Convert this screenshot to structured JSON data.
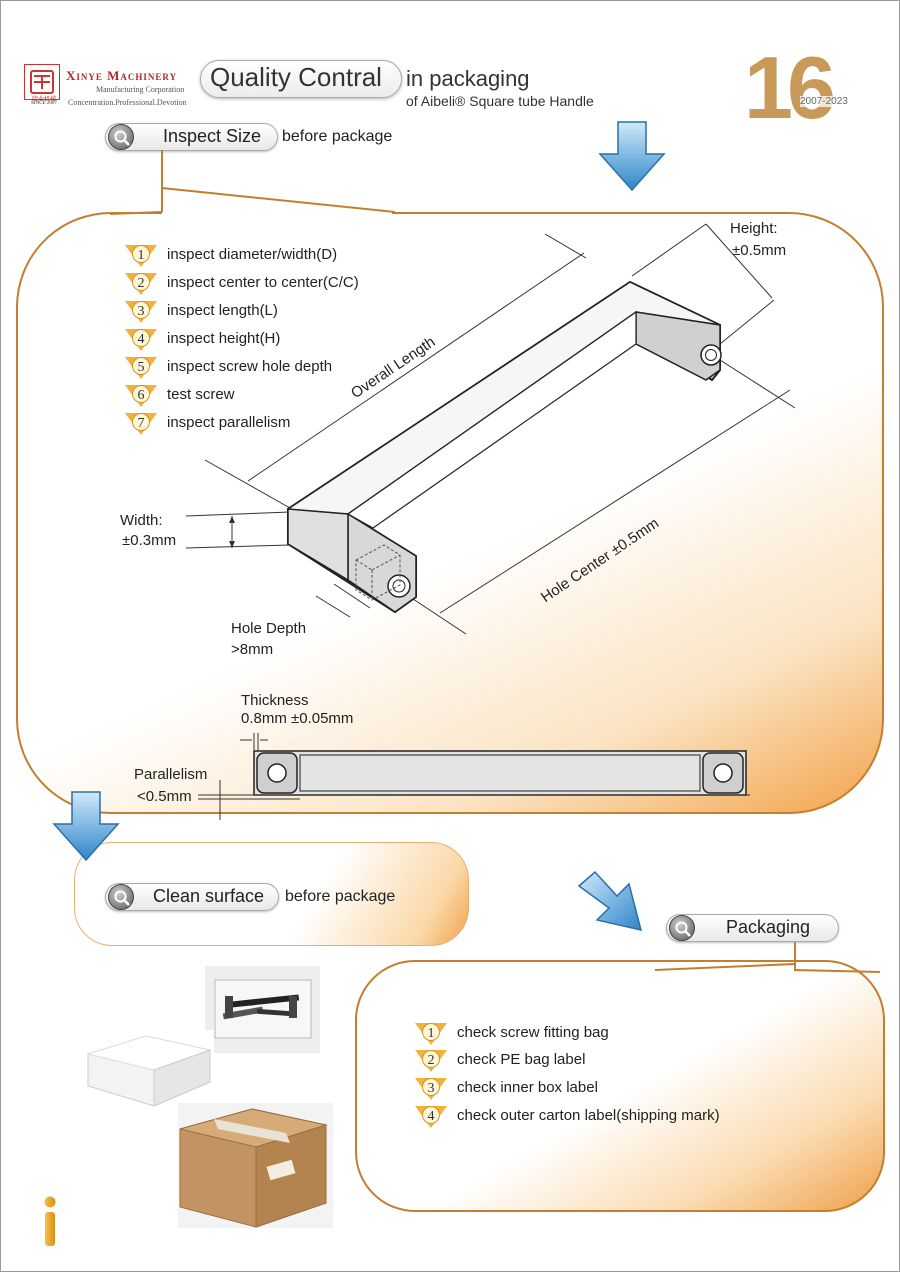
{
  "header": {
    "brand_name": "Xinye Machinery",
    "brand_sub": "Manufacturing Corporation",
    "brand_motto": "Concentration.Professional.Devotion",
    "logo_chinese": "欣业机械",
    "logo_since": "SINCE 2007",
    "title": "Quality Contral",
    "title_suffix": "in packaging",
    "subtitle": "of Aibeli® Square tube Handle",
    "page_number": "16",
    "years": "2007-2023"
  },
  "inspect_size": {
    "label": "Inspect Size",
    "after": "before package",
    "steps": [
      {
        "num": "1",
        "text": "inspect diameter/width(D)"
      },
      {
        "num": "2",
        "text": "inspect center to center(C/C)"
      },
      {
        "num": "3",
        "text": "inspect length(L)"
      },
      {
        "num": "4",
        "text": "inspect height(H)"
      },
      {
        "num": "5",
        "text": "inspect screw hole depth"
      },
      {
        "num": "6",
        "text": "test screw"
      },
      {
        "num": "7",
        "text": "inspect parallelism"
      }
    ]
  },
  "diagram": {
    "height_label": "Height:",
    "height_value": "±0.5mm",
    "overall_length": "Overall Length",
    "width_label": "Width:",
    "width_value": "±0.3mm",
    "hole_center": "Hole Center   ±0.5mm",
    "hole_depth_label": "Hole Depth",
    "hole_depth_value": ">8mm",
    "thickness_label": "Thickness",
    "thickness_value": "0.8mm ±0.05mm",
    "parallelism_label": "Parallelism",
    "parallelism_value": "<0.5mm"
  },
  "clean_surface": {
    "label": "Clean surface",
    "after": "before package"
  },
  "packaging": {
    "label": "Packaging",
    "steps": [
      {
        "num": "1",
        "text": "check screw fitting bag"
      },
      {
        "num": "2",
        "text": "check PE bag label"
      },
      {
        "num": "3",
        "text": "check inner box label"
      },
      {
        "num": "4",
        "text": "check outer carton label(shipping mark)"
      }
    ]
  },
  "icons": {
    "magnifier": "magnifier-icon",
    "arrow": "arrow-down-icon",
    "info": "info-icon"
  },
  "colors": {
    "accent_orange": "#c47f2e",
    "badge_gold": "#f1b13b",
    "arrow_blue": "#4f9fd8",
    "brand_red": "#b32626",
    "page_number_gold": "#c9995a"
  }
}
